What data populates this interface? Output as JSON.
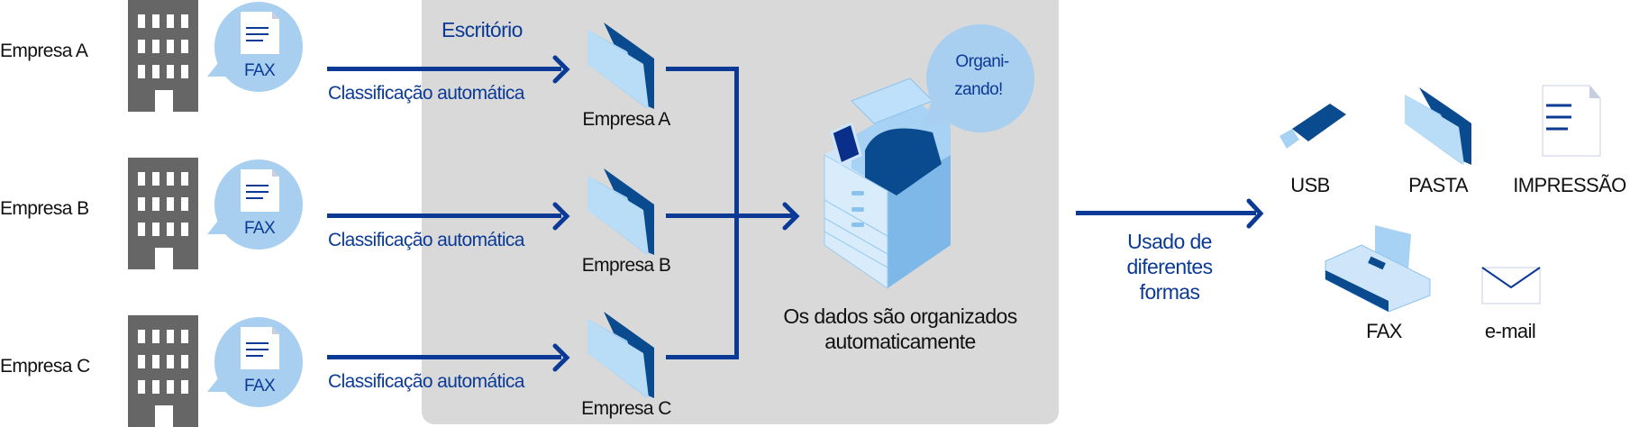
{
  "office": {
    "title": "Escritório"
  },
  "companies": [
    {
      "name": "Empresa A",
      "bubble": "FAX",
      "arrow_label": "Classificação automática",
      "folder_label": "Empresa A"
    },
    {
      "name": "Empresa B",
      "bubble": "FAX",
      "arrow_label": "Classificação automática",
      "folder_label": "Empresa B"
    },
    {
      "name": "Empresa C",
      "bubble": "FAX",
      "arrow_label": "Classificação automática",
      "folder_label": "Empresa C"
    }
  ],
  "mfp": {
    "bubble_line1": "Organi-",
    "bubble_line2": "zando!",
    "caption_line1": "Os dados são organizados",
    "caption_line2": "automaticamente"
  },
  "output": {
    "arrow_line1": "Usado de",
    "arrow_line2": "diferentes",
    "arrow_line3": "formas",
    "items": [
      "USB",
      "PASTA",
      "IMPRESSÃO",
      "FAX",
      "e-mail"
    ]
  },
  "colors": {
    "accent": "#0b3a96",
    "bubble": "#a8cff0",
    "building": "#666666",
    "office_bg": "#d9d9d9"
  }
}
